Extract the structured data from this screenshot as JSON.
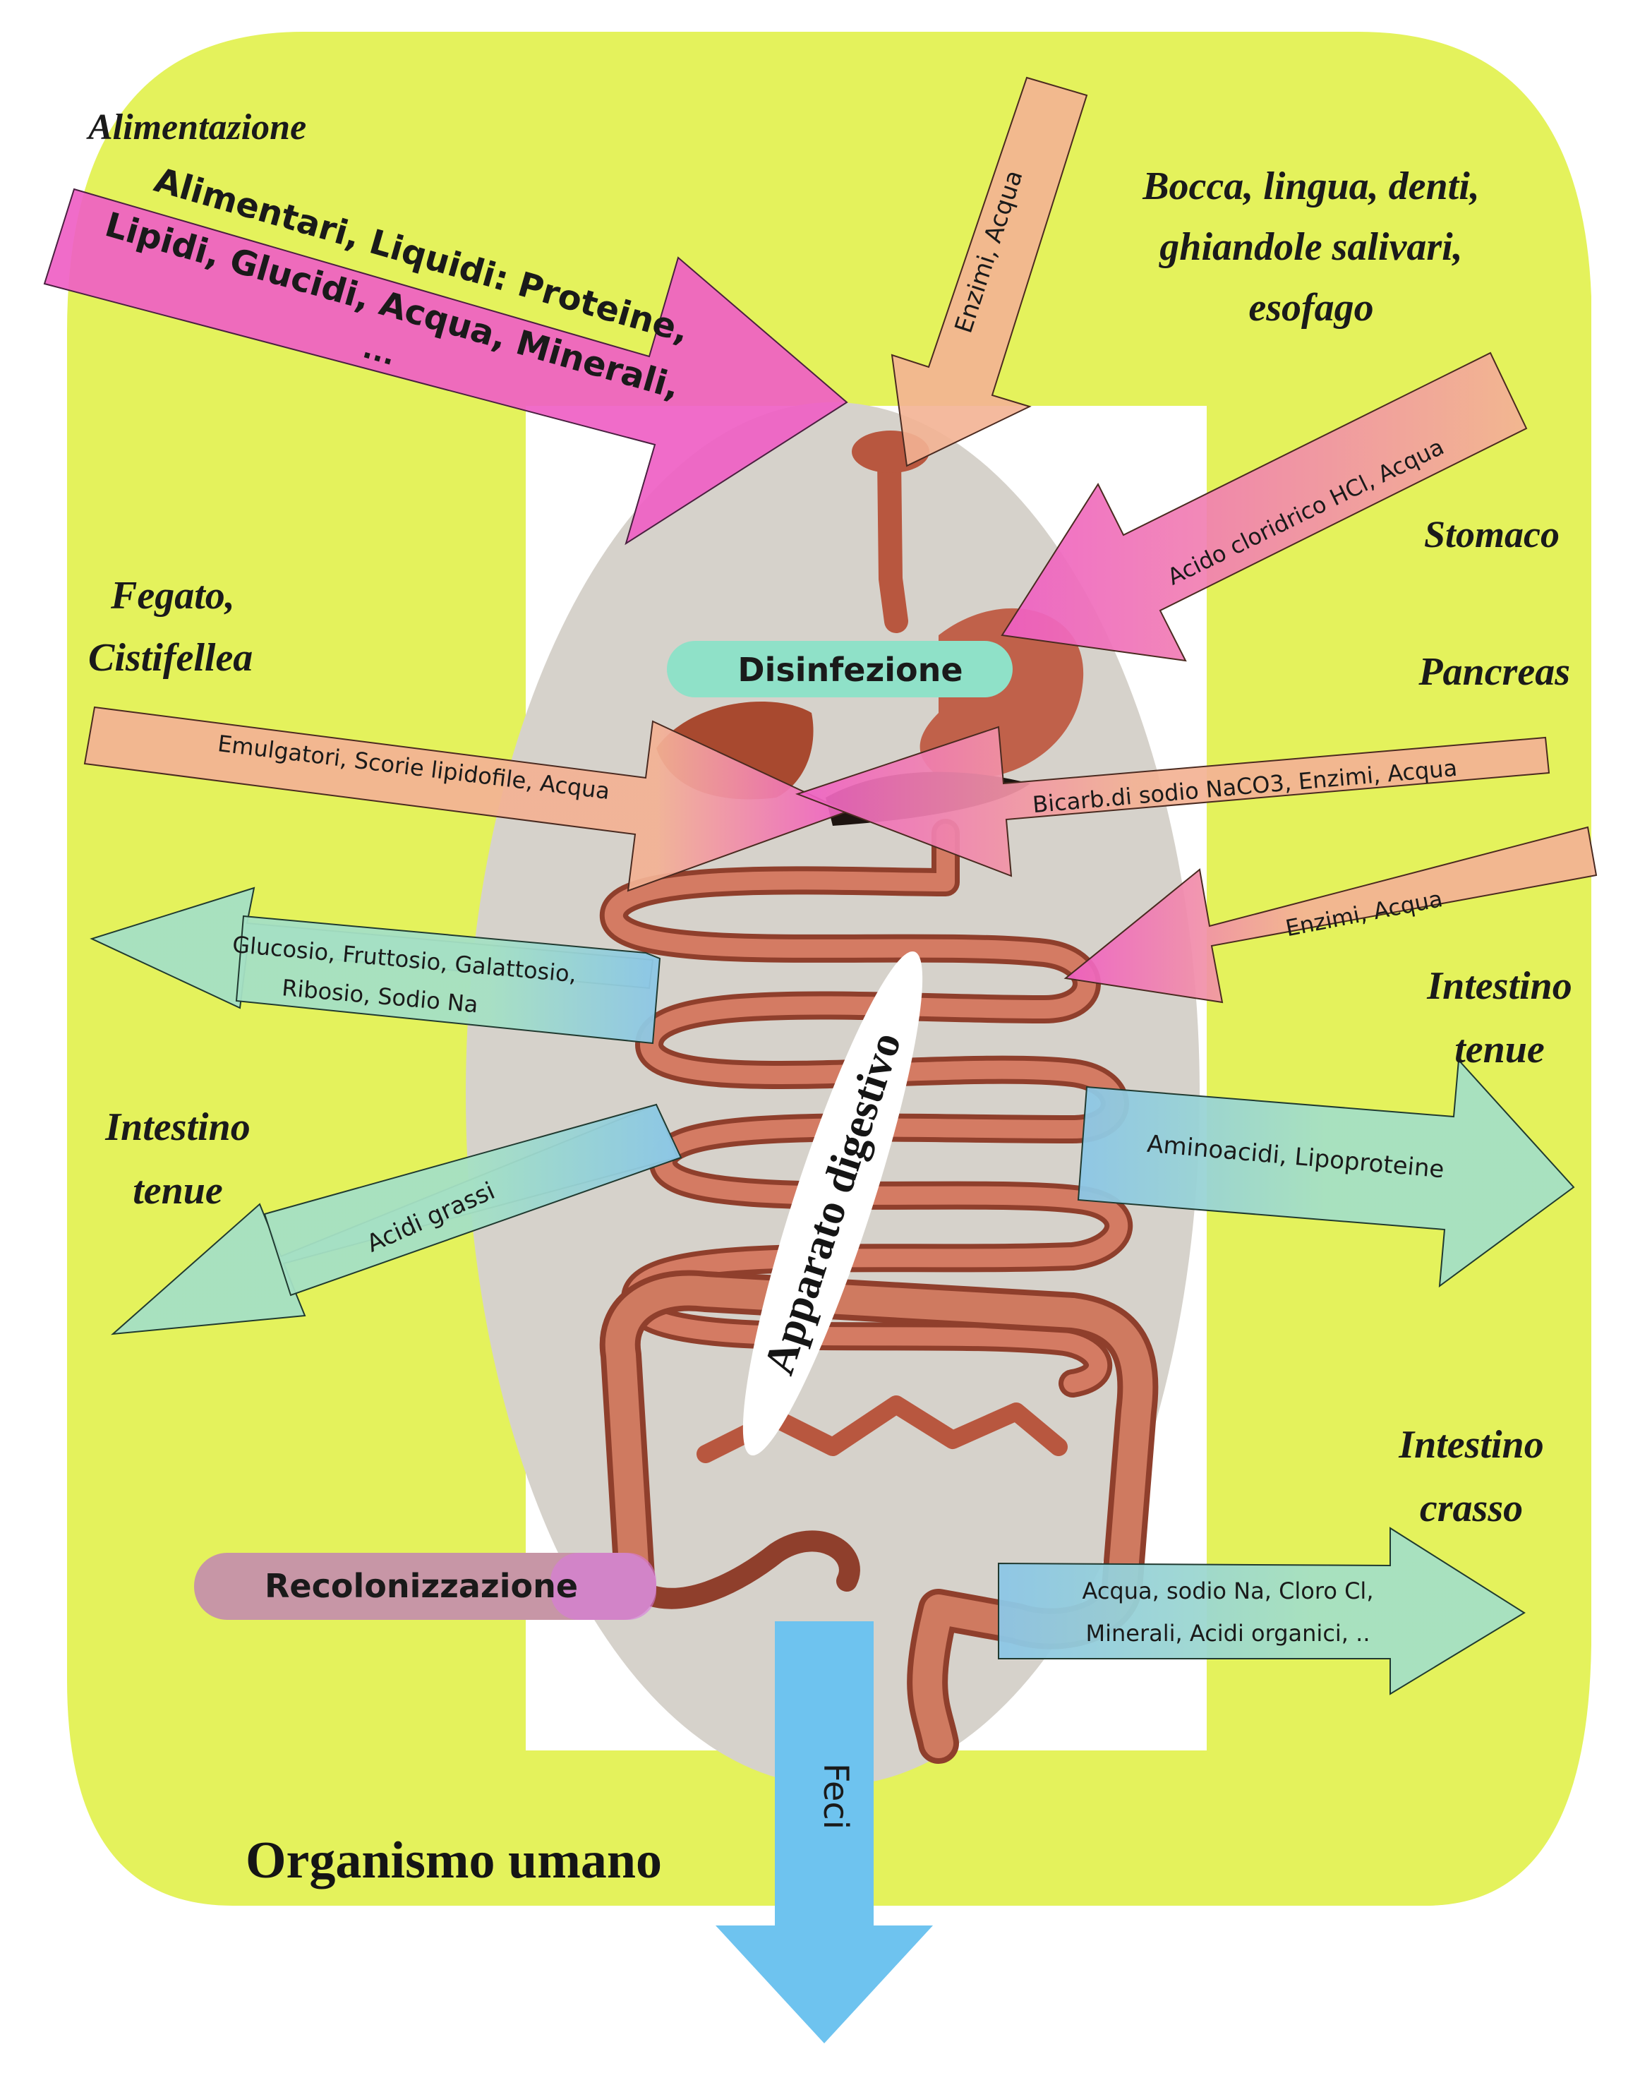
{
  "colors": {
    "body_bg": "#e4f25c",
    "inner_rect": "#ffffff",
    "oval": "#d6d2cb",
    "intestine": "#c9705a",
    "intestine_edge": "#8f3f2c",
    "magenta_arrow": "#ef5fc4",
    "salmon_arrow": "#f3b294",
    "teal_arrow": "#a5e0c4",
    "blue_mix": "#8cc6e6",
    "feces_arrow": "#6ec3ef",
    "disinfezione_pill": "#8fe1c8",
    "recolonizzazione_pill": "#c796a6"
  },
  "labels": {
    "alimentazione": "Alimentazione",
    "bocca_l1": "Bocca, lingua, denti,",
    "bocca_l2": "ghiandole salivari,",
    "bocca_l3": "esofago",
    "stomaco": "Stomaco",
    "fegato_l1": "Fegato,",
    "fegato_l2": "Cistifellea",
    "pancreas": "Pancreas",
    "intestino_tenue_right_l1": "Intestino",
    "intestino_tenue_right_l2": "tenue",
    "intestino_tenue_left_l1": "Intestino",
    "intestino_tenue_left_l2": "tenue",
    "intestino_crasso_l1": "Intestino",
    "intestino_crasso_l2": "crasso",
    "organismo": "Organismo umano",
    "apparato": "Apparato digestivo",
    "disinfezione": "Disinfezione",
    "recolonizzazione": "Recolonizzazione",
    "feci": "Feci"
  },
  "arrows": {
    "food_l1": "Alimentari, Liquidi: Proteine,",
    "food_l2": "Lipidi, Glucidi, Acqua, Minerali,",
    "food_l3": "...",
    "enzimi_top": "Enzimi, Acqua",
    "acido": "Acido cloridrico HCl, Acqua",
    "emulgatori": "Emulgatori, Scorie lipidofile, Acqua",
    "bicarb": "Bicarb.di sodio NaCO3, Enzimi, Acqua",
    "enzimi_mid": "Enzimi, Acqua",
    "glucosio_l1": "Glucosio, Fruttosio, Galattosio,",
    "glucosio_l2": "Ribosio, Sodio Na",
    "aminoacidi": "Aminoacidi, Lipoproteine",
    "acidi_grassi": "Acidi grassi",
    "acqua_l1": "Acqua, sodio Na, Cloro Cl,",
    "acqua_l2": "Minerali, Acidi organici, .."
  }
}
